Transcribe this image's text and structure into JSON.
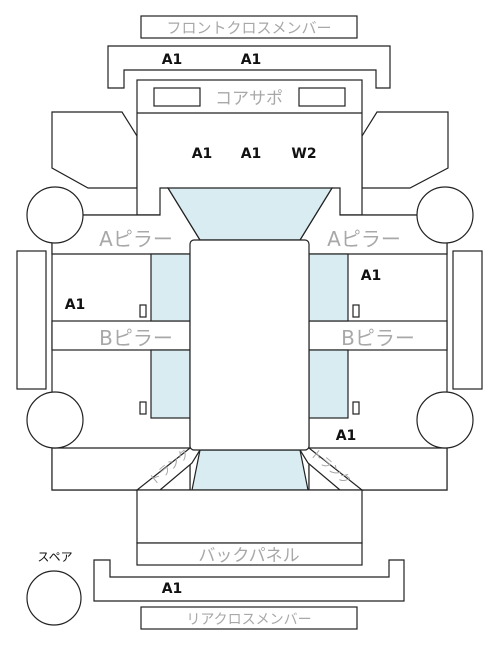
{
  "labels": {
    "front_cross_member": "フロントクロスメンバー",
    "core_support": "コアサポ",
    "a_pillar_left": "Aピラー",
    "a_pillar_right": "Aピラー",
    "b_pillar_left": "Bピラー",
    "b_pillar_right": "Bピラー",
    "trunk_left": "トランク",
    "trunk_right": "トランク",
    "back_panel": "バックパネル",
    "rear_cross_member": "リアクロスメンバー",
    "spare": "スペア"
  },
  "codes": {
    "front_cross_1": "A1",
    "front_cross_2": "A1",
    "core_1": "A1",
    "core_2": "A1",
    "core_3": "W2",
    "right_front_door": "A1",
    "left_front_door": "A1",
    "right_rear": "A1",
    "rear_cross": "A1"
  },
  "colors": {
    "line": "#222222",
    "glass": "#d8ecf1",
    "label_gray": "#a8a8a8",
    "code_text": "#111111"
  }
}
